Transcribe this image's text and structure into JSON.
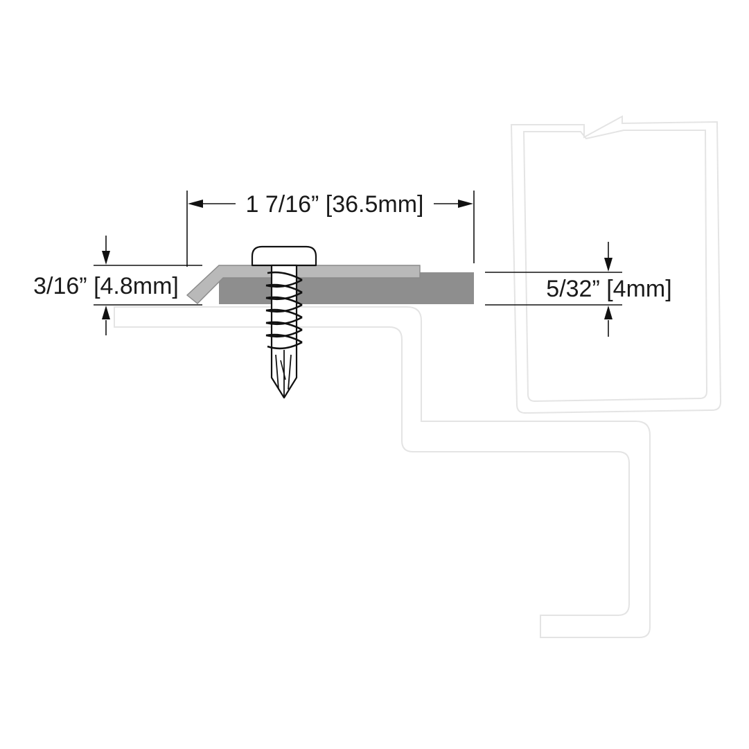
{
  "dimensions": {
    "width_label": "1 7/16” [36.5mm]",
    "left_height_label": "3/16” [4.8mm]",
    "right_height_label": "5/32” [4mm]"
  },
  "colors": {
    "clip_light": "#b9b9b9",
    "panel_dark": "#8e8e8e",
    "outline": "#111111",
    "ghost_structure": "#e4e4e4"
  }
}
